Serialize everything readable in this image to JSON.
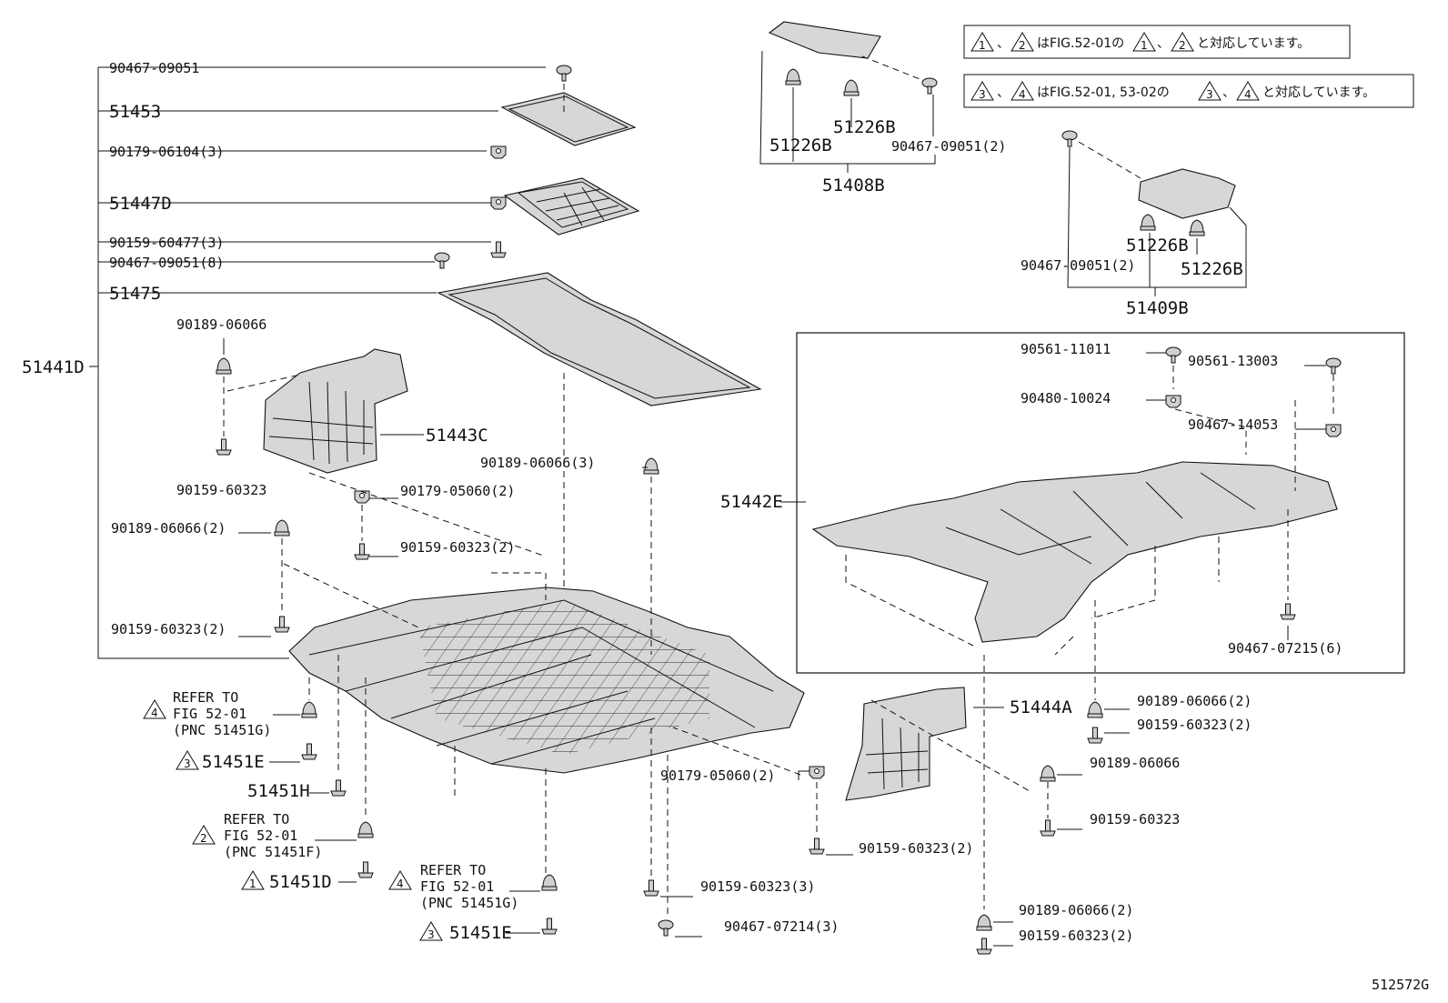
{
  "labels": {
    "p90467_09051_top": "90467-09051",
    "p51453": "51453",
    "p90179_06104": "90179-06104(3)",
    "p51447D": "51447D",
    "p90159_60477": "90159-60477(3)",
    "p90467_09051_8": "90467-09051(8)",
    "p51475": "51475",
    "p90189_06066_a": "90189-06066",
    "p51441D": "51441D",
    "p51443C": "51443C",
    "p90159_60323_a": "90159-60323",
    "p90179_05060_a": "90179-05060(2)",
    "p90189_06066_3": "90189-06066(3)",
    "p90189_06066_2a": "90189-06066(2)",
    "p90159_60323_2a": "90159-60323(2)",
    "p90159_60323_2b": "90159-60323(2)",
    "p51226B_a": "51226B",
    "p51226B_b": "51226B",
    "p90467_09051_2a": "90467-09051(2)",
    "p51408B": "51408B",
    "p51226B_c": "51226B",
    "p90467_09051_2b": "90467-09051(2)",
    "p51226B_d": "51226B",
    "p51409B": "51409B",
    "p90561_11011": "90561-11011",
    "p90561_13003": "90561-13003",
    "p90480_10024": "90480-10024",
    "p90467_14053": "90467-14053",
    "p51442E": "51442E",
    "p90467_07215": "90467-07215(6)",
    "p51444A": "51444A",
    "p90189_06066_2b": "90189-06066(2)",
    "p90159_60323_2c": "90159-60323(2)",
    "p90189_06066_b": "90189-06066",
    "p90159_60323_b": "90159-60323",
    "p90179_05060_b": "90179-05060(2)",
    "p90159_60323_2d": "90159-60323(2)",
    "p90159_60323_3": "90159-60323(3)",
    "p90467_07214": "90467-07214(3)",
    "p90189_06066_2c": "90189-06066(2)",
    "p90159_60323_2e": "90159-60323(2)",
    "p51451E_a": "51451E",
    "p51451H": "51451H",
    "p51451D": "51451D",
    "p51451E_b": "51451E",
    "ref4a_1": "REFER TO",
    "ref4a_2": "FIG 52-01",
    "ref4a_3": "(PNC 51451G)",
    "ref2_1": "REFER TO",
    "ref2_2": "FIG 52-01",
    "ref2_3": "(PNC 51451F)",
    "ref4b_1": "REFER TO",
    "ref4b_2": "FIG 52-01",
    "ref4b_3": "(PNC 51451G)"
  },
  "notes": {
    "n1_a": "、",
    "n1_b": "はFIG.52-01の",
    "n1_c": "、",
    "n1_d": "と対応しています。",
    "n2_a": "、",
    "n2_b": "はFIG.52-01, 53-02の",
    "n2_c": "、",
    "n2_d": "と対応しています。"
  },
  "triangles": {
    "t1": "1",
    "t2": "2",
    "t3": "3",
    "t4": "4"
  },
  "figure_code": "512572G"
}
